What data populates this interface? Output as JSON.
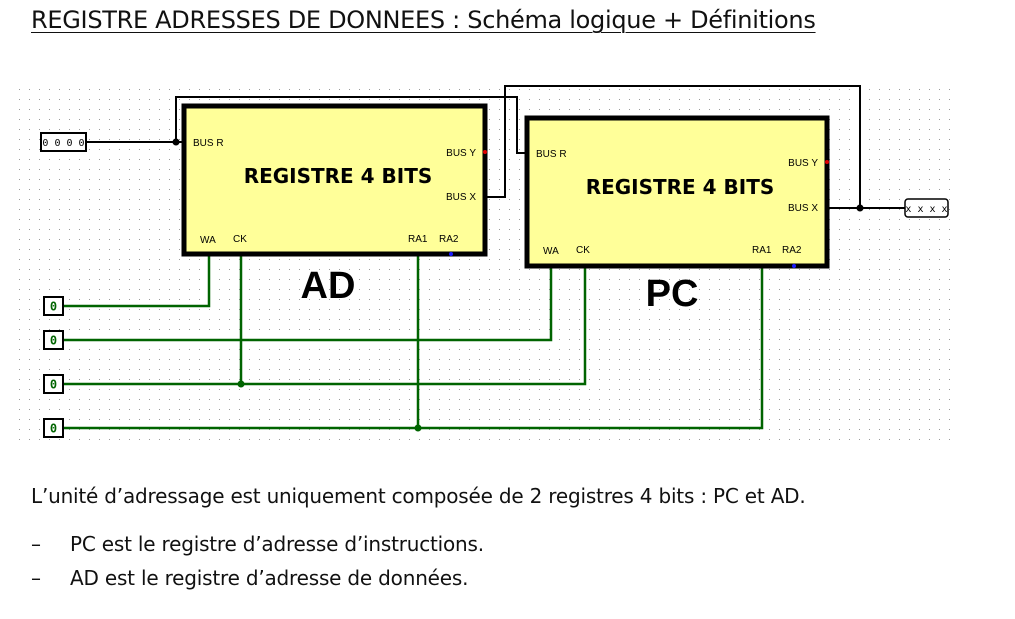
{
  "title": "REGISTRE ADRESSES DE DONNEES : Schéma logique + Définitions",
  "schematic": {
    "input_bus_value": "0 0 0 0",
    "output_bus_value": "x x x x",
    "registers": [
      {
        "title": "REGISTRE  4 BITS",
        "name": "AD",
        "pins": {
          "bus_r": "BUS R",
          "bus_y": "BUS Y",
          "bus_x": "BUS X",
          "wa": "WA",
          "ck": "CK",
          "ra1": "RA1",
          "ra2": "RA2"
        }
      },
      {
        "title": "REGISTRE  4 BITS",
        "name": "PC",
        "pins": {
          "bus_r": "BUS R",
          "bus_y": "BUS Y",
          "bus_x": "BUS X",
          "wa": "WA",
          "ck": "CK",
          "ra1": "RA1",
          "ra2": "RA2"
        }
      }
    ],
    "input_pins": [
      "0",
      "0",
      "0",
      "0"
    ],
    "colors": {
      "register_fill": "#ffff99",
      "wire_green": "#006400",
      "wire_black": "#000000",
      "pin_red": "#e00000",
      "pin_blue": "#1a1aff"
    }
  },
  "intro": "L’unité d’adressage est uniquement composée de 2 registres 4 bits : PC et AD.",
  "bullets": [
    {
      "dash": "–",
      "text": "PC est le registre d’adresse d’instructions."
    },
    {
      "dash": "–",
      "text": "AD est le registre d’adresse de données."
    }
  ]
}
